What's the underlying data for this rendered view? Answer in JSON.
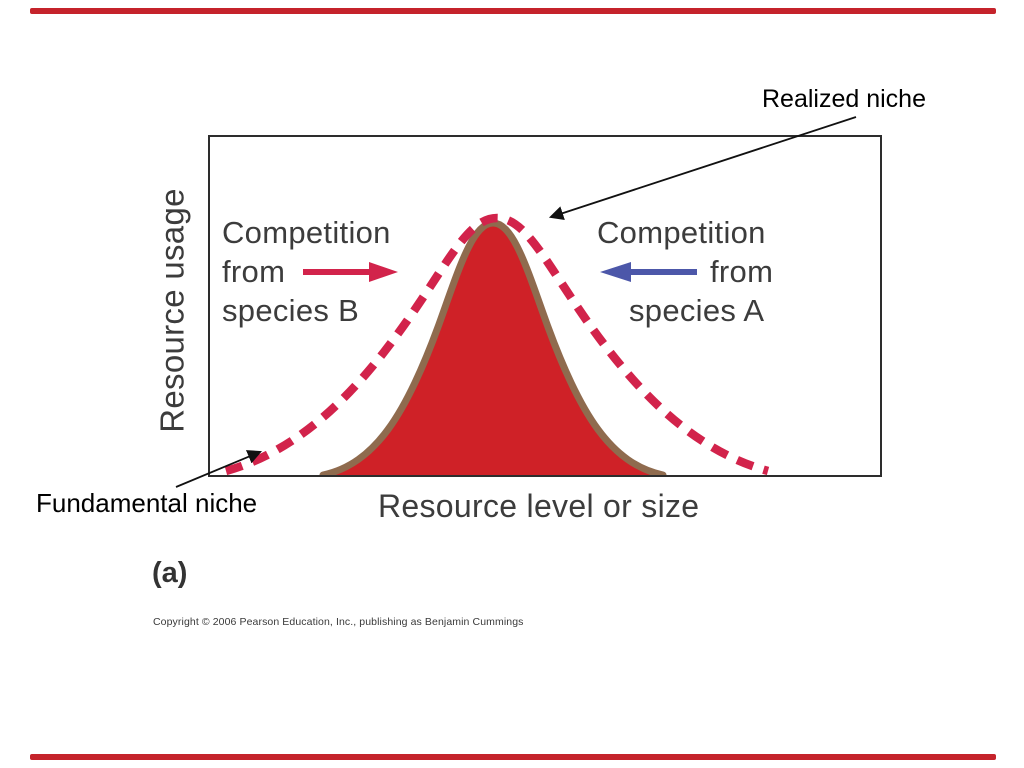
{
  "slide": {
    "accent_bar_color": "#c5232b",
    "labels": {
      "realized_niche": "Realized niche",
      "fundamental_niche": "Fundamental niche",
      "panel": "(a)",
      "copyright": "Copyright © 2006 Pearson Education, Inc., publishing as Benjamin Cummings"
    }
  },
  "figure": {
    "ylabel": "Resource usage",
    "xlabel": "Resource level or size",
    "left_annotation": {
      "line1": "Competition",
      "line2": "from",
      "line3": "species B",
      "arrow_direction": "right",
      "arrow_color": "#d2234b"
    },
    "right_annotation": {
      "line1": "Competition",
      "line2": "from",
      "line3": "species A",
      "arrow_direction": "left",
      "arrow_color": "#4c57a9"
    },
    "colors": {
      "fundamental_dashed_curve": "#d2234b",
      "realized_fill": "#cf2127",
      "realized_outline": "#8f6b4e",
      "box_border": "#2d2d2d",
      "figure_text": "#3c3c3c"
    }
  },
  "chart_data": {
    "type": "area",
    "title": "",
    "xlabel": "Resource level or size",
    "ylabel": "Resource usage",
    "x_axis_numeric": false,
    "y_axis_numeric": false,
    "grid": false,
    "legend_position": "none",
    "series": [
      {
        "name": "Fundamental niche",
        "style": "dashed-line",
        "color": "#d2234b",
        "shape": "bell",
        "x_frac": [
          0.02,
          0.14,
          0.27,
          0.36,
          0.43,
          0.5,
          0.59,
          0.71,
          0.83
        ],
        "y_frac": [
          0.01,
          0.1,
          0.38,
          0.78,
          1.0,
          0.78,
          0.38,
          0.1,
          0.01
        ]
      },
      {
        "name": "Realized niche",
        "style": "filled-area",
        "fill_color": "#cf2127",
        "outline_color": "#8f6b4e",
        "shape": "bell",
        "x_frac": [
          0.17,
          0.24,
          0.31,
          0.38,
          0.42,
          0.46,
          0.53,
          0.6,
          0.68
        ],
        "y_frac": [
          0.0,
          0.08,
          0.4,
          0.88,
          1.0,
          0.88,
          0.4,
          0.08,
          0.0
        ]
      }
    ],
    "annotations": [
      "Realized niche (points to peak of solid curve)",
      "Fundamental niche (points to dashed curve, lower left)",
      "Competition from species B (red arrow pushing right)",
      "Competition from species A (blue arrow pushing left)"
    ]
  }
}
